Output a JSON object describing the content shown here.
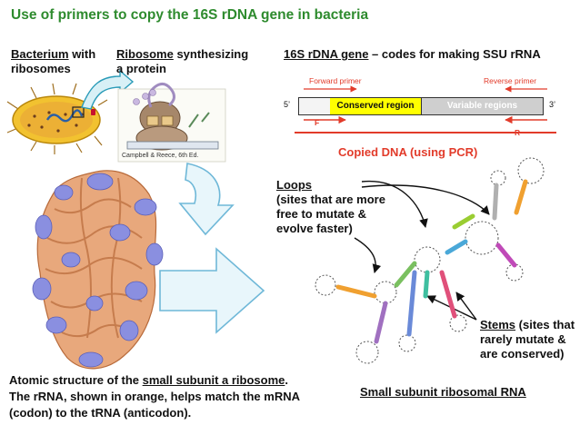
{
  "title": "Use of primers to copy the 16S rDNA gene in bacteria",
  "bacterium": {
    "word": "Bacterium",
    "rest": " with",
    "line2": "ribosomes"
  },
  "ribosome_synth": {
    "word": "Ribosome",
    "rest": " synthesizing",
    "line2": "a protein"
  },
  "credit": "Campbell & Reece, 6th Ed.",
  "gene_header": {
    "word": "16S rDNA gene",
    "rest": " – codes for making SSU rRNA"
  },
  "gene": {
    "forward_primer": "Forward primer",
    "reverse_primer": "Reverse primer",
    "five_prime": "5’",
    "three_prime": "3’",
    "conserved": "Conserved region",
    "variable": "Variable regions",
    "f_label": "F",
    "r_label": "R",
    "copied_dna": "Copied DNA (using PCR)"
  },
  "loops": {
    "word": "Loops",
    "line1": "(sites that are more",
    "line2": "free to mutate &",
    "line3": "evolve faster)"
  },
  "stems": {
    "word": "Stems",
    "line0": " (sites that",
    "line1": "rarely mutate &",
    "line2": "are conserved)"
  },
  "caption_left": {
    "line1_pre": "Atomic structure of the ",
    "line1_u": "small subunit a ribosome",
    "line1_post": ".",
    "line2": "The rRNA, shown in orange, helps match the mRNA",
    "line3": "(codon) to the tRNA (anticodon)."
  },
  "caption_right": "Small subunit ribosomal RNA",
  "colors": {
    "title_green": "#2e8b2e",
    "primer_red": "#e23b2a",
    "conserved_yellow": "#ffff00",
    "variable_gray": "#cfcfcf",
    "arrow_fill": "#e8f6fb",
    "arrow_stroke": "#6fb8d8",
    "rrna_orange": "#e8a87c",
    "protein_purple": "#8a8fe0"
  }
}
